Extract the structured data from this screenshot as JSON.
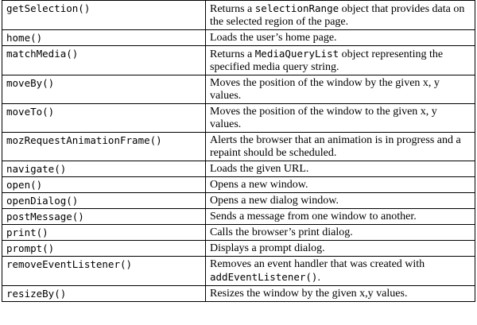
{
  "rows": [
    {
      "method": "getSelection()",
      "desc": [
        {
          "t": "Returns a "
        },
        {
          "c": "selectionRange"
        },
        {
          "t": " object that provides data on the selected region of the page."
        }
      ]
    },
    {
      "method": "home()",
      "desc": [
        {
          "t": "Loads the user’s home page."
        }
      ]
    },
    {
      "method": "matchMedia()",
      "desc": [
        {
          "t": "Returns a "
        },
        {
          "c": "MediaQueryList"
        },
        {
          "t": " object representing the specified media query string."
        }
      ]
    },
    {
      "method": "moveBy()",
      "desc": [
        {
          "t": "Moves the position of the window by the given x, y values."
        }
      ]
    },
    {
      "method": "moveTo()",
      "desc": [
        {
          "t": "Moves the position of the window to the given x, y values."
        }
      ]
    },
    {
      "method": "mozRequestAnimationFrame()",
      "desc": [
        {
          "t": "Alerts the browser that an animation is in progress and a repaint should be scheduled."
        }
      ]
    },
    {
      "method": "navigate()",
      "desc": [
        {
          "t": "Loads the given URL."
        }
      ]
    },
    {
      "method": "open()",
      "desc": [
        {
          "t": "Opens a new window."
        }
      ]
    },
    {
      "method": "openDialog()",
      "desc": [
        {
          "t": "Opens a new dialog window."
        }
      ]
    },
    {
      "method": "postMessage()",
      "desc": [
        {
          "t": "Sends a message from one window to another."
        }
      ]
    },
    {
      "method": "print()",
      "desc": [
        {
          "t": "Calls the browser’s print dialog."
        }
      ]
    },
    {
      "method": "prompt()",
      "desc": [
        {
          "t": "Displays a prompt dialog."
        }
      ]
    },
    {
      "method": "removeEventListener()",
      "desc": [
        {
          "t": "Removes an event handler that was created with "
        },
        {
          "c": "addEventListener()"
        },
        {
          "t": "."
        }
      ]
    },
    {
      "method": "resizeBy()",
      "desc": [
        {
          "t": "Resizes the window by the given x,y values."
        }
      ]
    }
  ]
}
